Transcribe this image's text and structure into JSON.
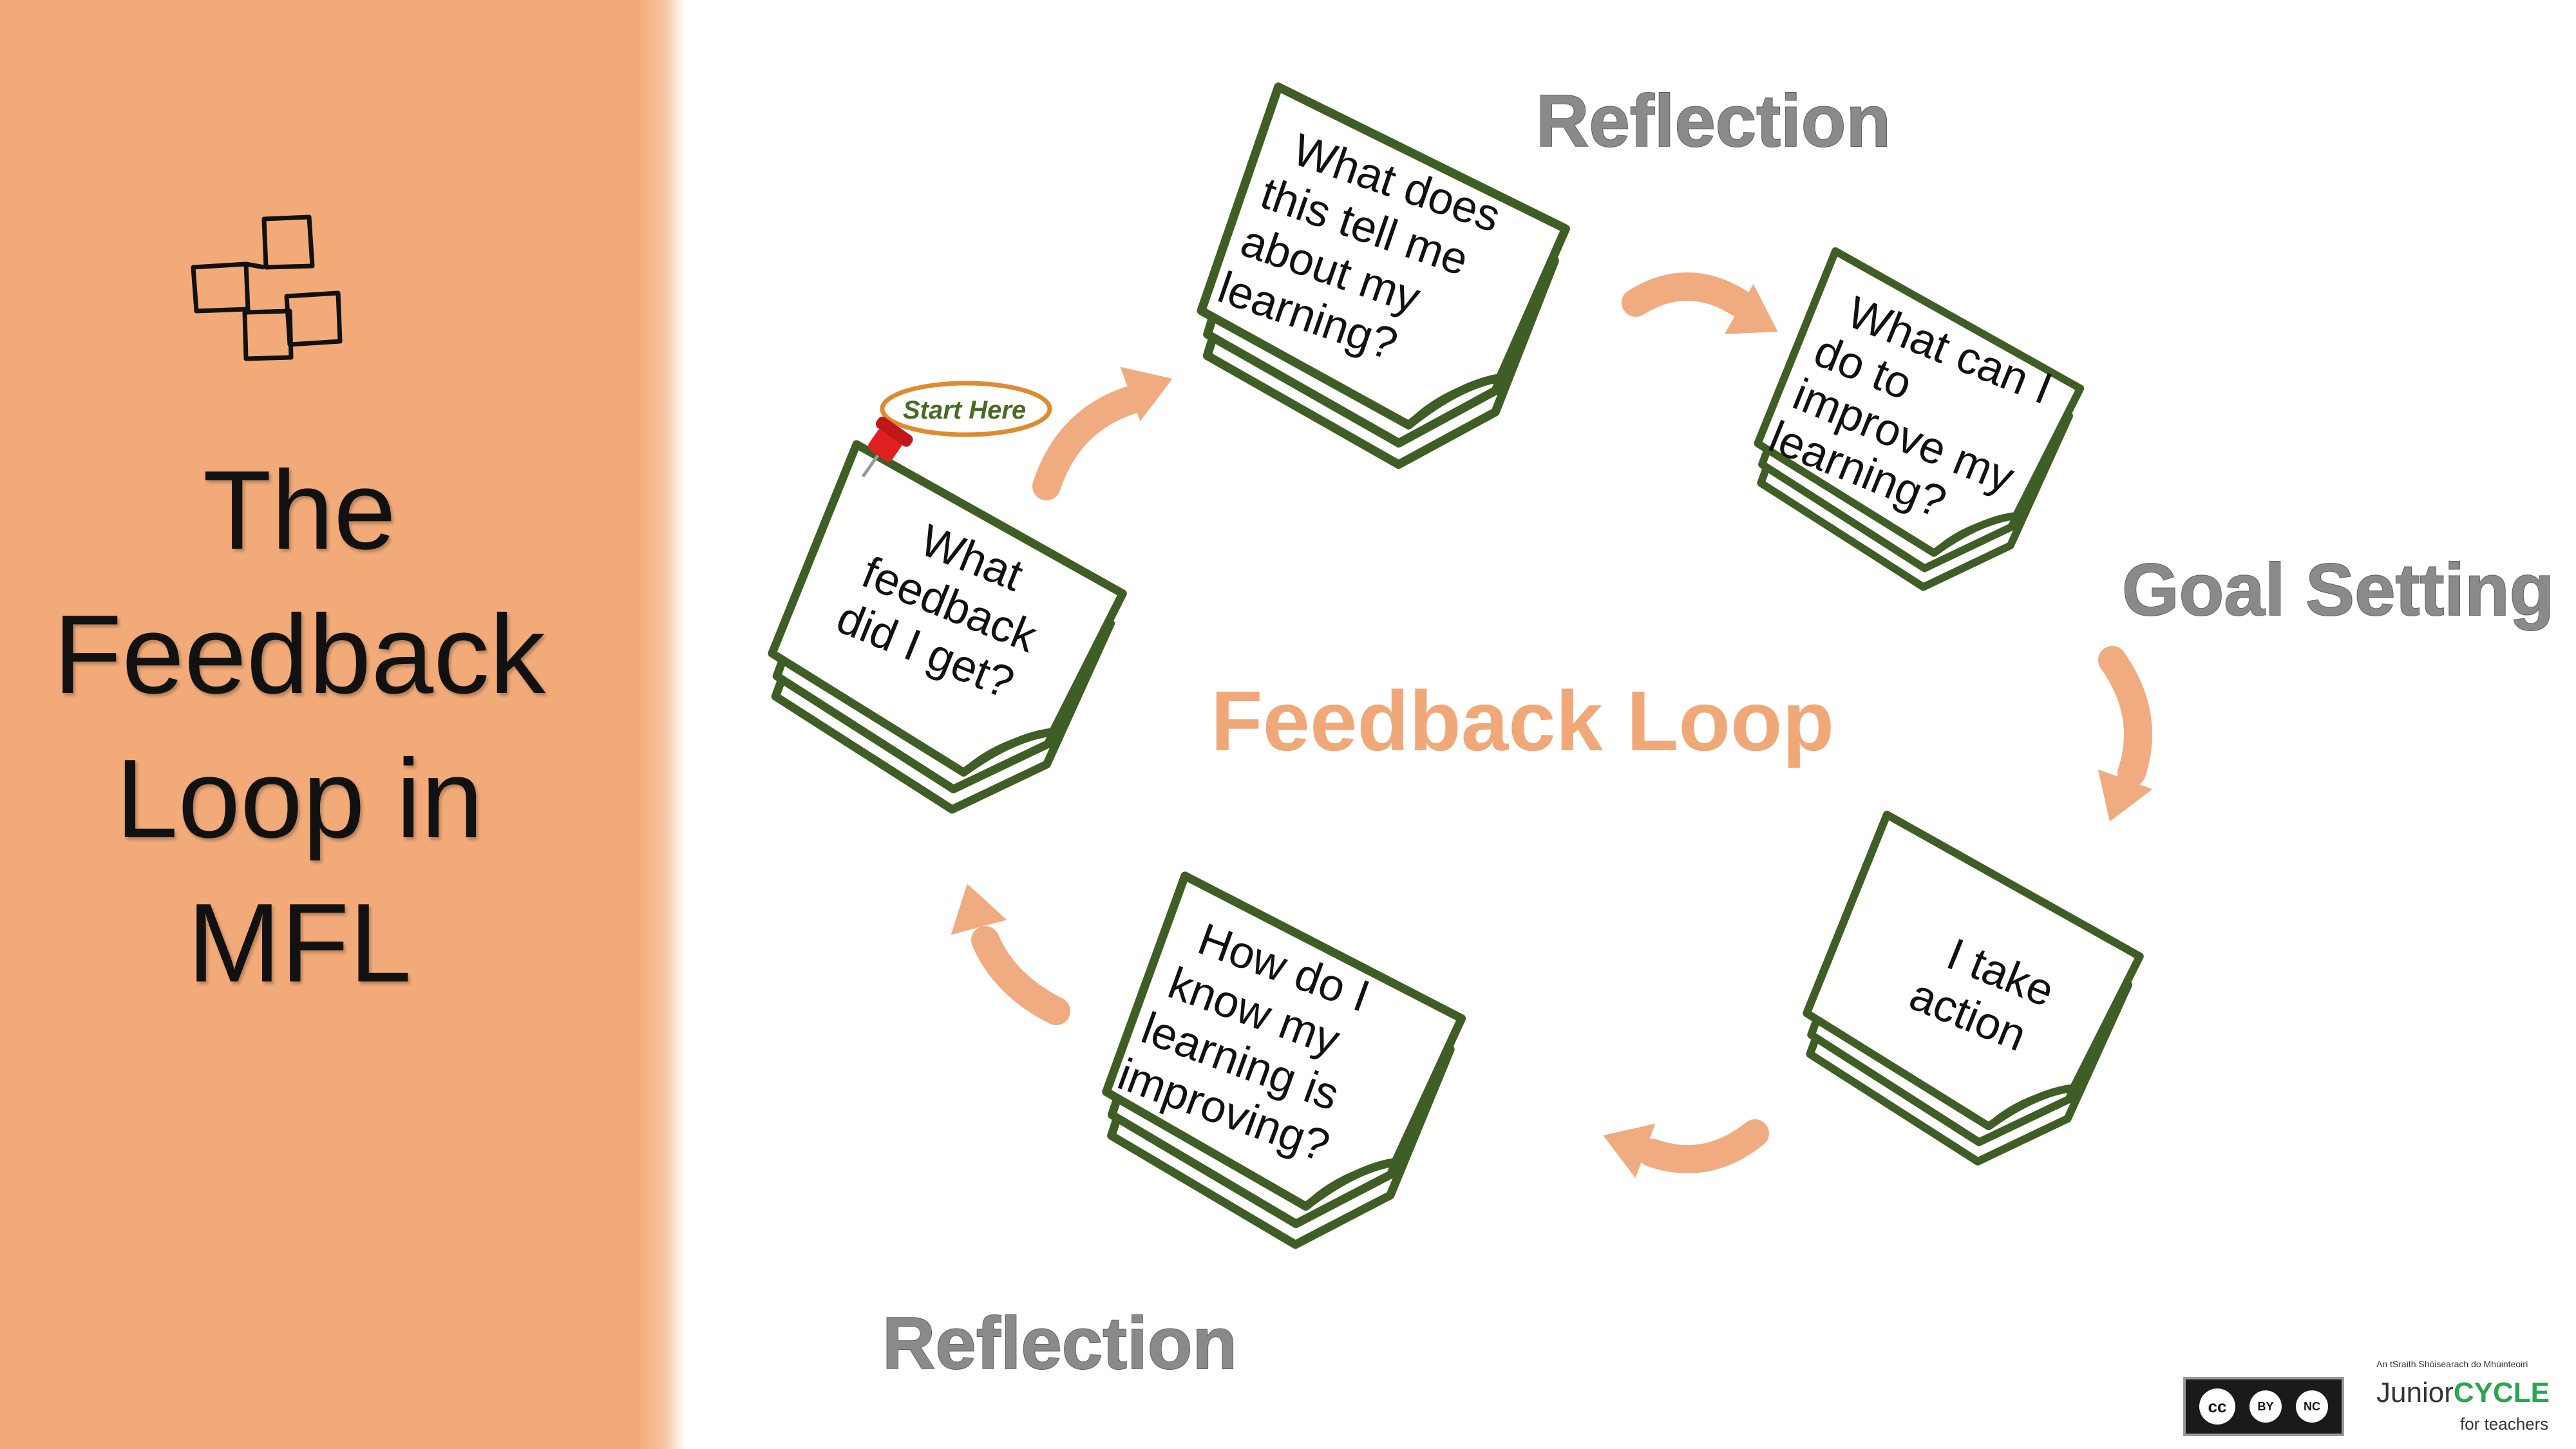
{
  "sidebar": {
    "title_lines": [
      "The",
      "Feedback",
      "Loop in",
      "MFL"
    ],
    "icon": "sticky-notes-icon"
  },
  "diagram": {
    "center_label": "Feedback Loop",
    "start_label": "Start Here",
    "stage_labels": {
      "top": "Reflection",
      "right": "Goal Setting",
      "bottom": "Reflection"
    },
    "notes": {
      "feedback": [
        "What",
        "feedback",
        "did I get?"
      ],
      "learning": [
        "What does",
        "this tell me",
        "about my",
        "learning?"
      ],
      "improve": [
        "What can I",
        "do to",
        "improve my",
        "learning?"
      ],
      "action": [
        "I take",
        "action"
      ],
      "progress": [
        "How do I",
        "know my",
        "learning is",
        "improving?"
      ]
    },
    "colors": {
      "note_border": "#3f5e26",
      "arrow": "#f0ac80",
      "pin": "#e02020",
      "start_oval": "#e08a30",
      "sidebar_bg": "#f2aa78"
    }
  },
  "footer": {
    "license_badge": {
      "parts": [
        "cc",
        "BY",
        "NC"
      ]
    },
    "logo": {
      "tagline": "An tSraith Shóisearach do Mhúinteoirí",
      "name_prefix": "Junior",
      "name_highlight": "CYCLE",
      "sub": "for teachers"
    }
  }
}
